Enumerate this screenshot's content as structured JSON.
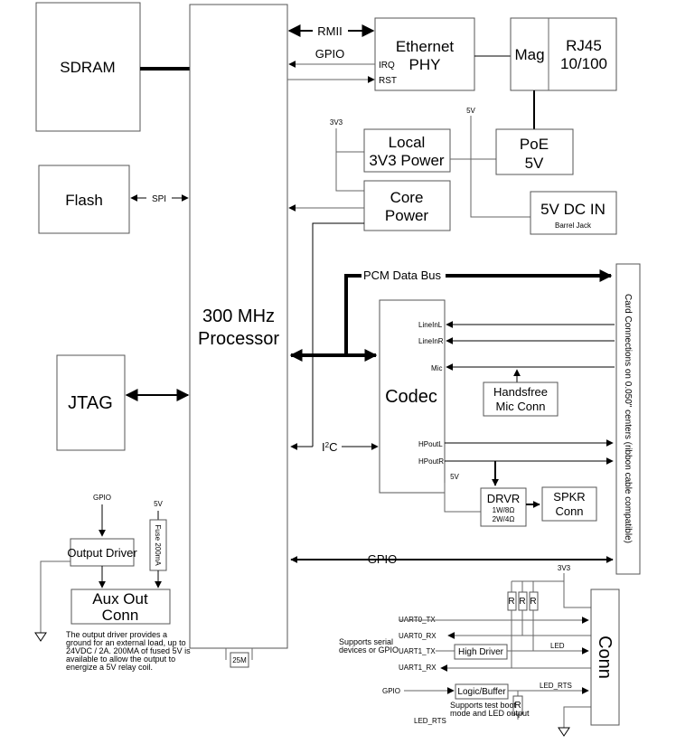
{
  "blocks": {
    "sdram": "SDRAM",
    "flash": "Flash",
    "jtag": "JTAG",
    "processor_line1": "300 MHz",
    "processor_line2": "Processor",
    "crystal": "25M",
    "eth_line1": "Ethernet",
    "eth_line2": "PHY",
    "eth_irq": "IRQ",
    "eth_rst": "RST",
    "mag": "Mag",
    "rj45_line1": "RJ45",
    "rj45_line2": "10/100",
    "local_power_line1": "Local",
    "local_power_line2": "3V3 Power",
    "poe_line1": "PoE",
    "poe_line2": "5V",
    "core_power_line1": "Core",
    "core_power_line2": "Power",
    "dcin_main": "5V DC IN",
    "dcin_sub": "Barrel Jack",
    "codec": "Codec",
    "codec_linein_l": "LineInL",
    "codec_linein_r": "LineInR",
    "codec_mic": "Mic",
    "codec_hpout_l": "HPoutL",
    "codec_hpout_r": "HPoutR",
    "handsfree_line1": "Handsfree",
    "handsfree_line2": "Mic Conn",
    "drvr": "DRVR",
    "drvr_spec1": "1W/8Ω",
    "drvr_spec2": "2W/4Ω",
    "spkr_line1": "SPKR",
    "spkr_line2": "Conn",
    "card_conn": "Card Connections on 0.050\" centers (ribbon cable compatible)",
    "output_driver": "Output Driver",
    "aux_line1": "Aux Out",
    "aux_line2": "Conn",
    "fuse": "Fuse 200mA",
    "conn": "Conn",
    "high_driver": "High Driver",
    "logic_buffer": "Logic/Buffer",
    "resistor": "R"
  },
  "signals": {
    "rmii": "RMII",
    "gpio": "GPIO",
    "spi": "SPI",
    "pcm_bus": "PCM Data Bus",
    "i2c_main": "I",
    "i2c_sup": "2",
    "i2c_end": "C",
    "v3v3": "3V3",
    "v5": "5V",
    "uart0_tx": "UART0_TX",
    "uart0_rx": "UART0_RX",
    "uart1_tx": "UART1_TX",
    "uart1_rx": "UART1_RX",
    "led": "LED",
    "led_rts": "LED_RTS"
  },
  "notes": {
    "output_driver": [
      "The output driver provides a",
      "ground for an external load, up to",
      "24VDC / 2A.  200MA of fused 5V is",
      "available to allow the output to",
      "energize a 5V relay coil."
    ],
    "serial": [
      "Supports serial",
      "devices or GPIO"
    ],
    "test_boot": [
      "Supports test boot",
      "mode and LED output"
    ]
  },
  "colors": {
    "line": "#000000",
    "box_border": "#555555",
    "background": "#ffffff"
  }
}
